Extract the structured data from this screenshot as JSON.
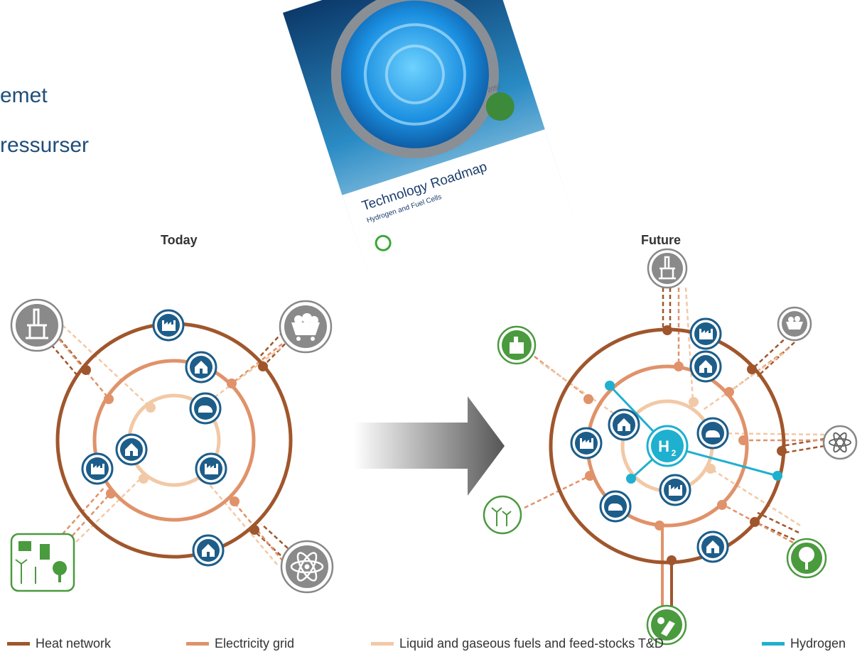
{
  "bullets": [
    "emet",
    "ressurser"
  ],
  "panels": {
    "today": "Today",
    "future": "Future"
  },
  "cover": {
    "title": "Technology Roadmap",
    "subtitle": "Hydrogen and Fuel Cells",
    "year": "2050"
  },
  "hydrogen_hub": {
    "label": "H",
    "subscript": "2"
  },
  "legend": [
    {
      "label": "Heat network",
      "color": "#a0562c"
    },
    {
      "label": "Electricity grid",
      "color": "#e0926a"
    },
    {
      "label": "Liquid and gaseous fuels and feed-stocks T&D",
      "color": "#f2c9a6"
    },
    {
      "label": "Hydrogen",
      "color": "#1fb0cf"
    }
  ],
  "colors": {
    "node_blue": "#1d5d8a",
    "renewable_green": "#4a9a3e",
    "source_grey": "#777777",
    "hydrogen": "#1fb0cf"
  }
}
